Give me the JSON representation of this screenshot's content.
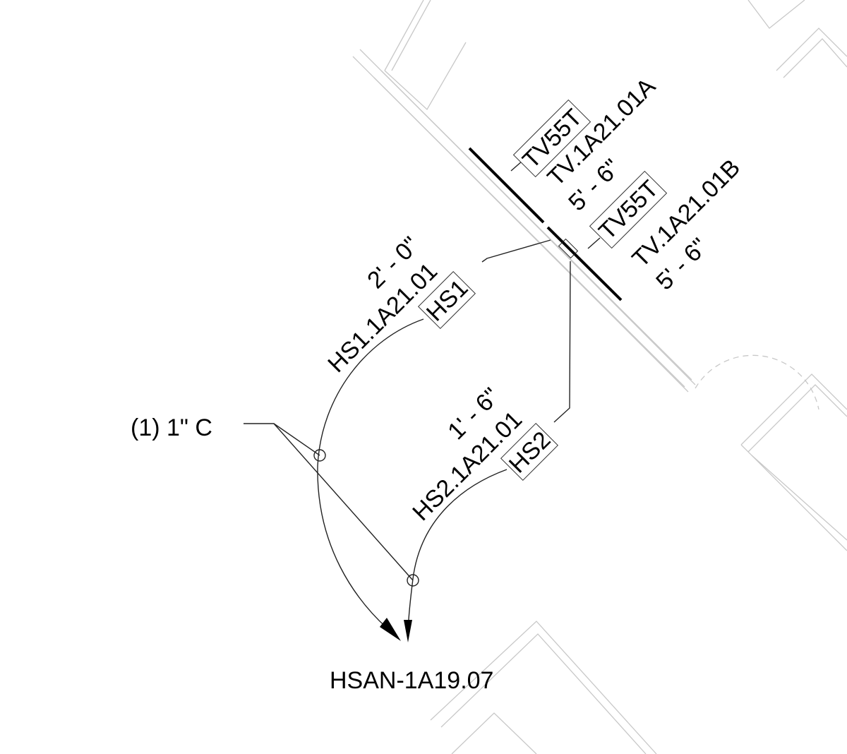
{
  "devices": [
    {
      "tag": "TV55T",
      "id": "TV.1A21.01A",
      "height": "5' - 6\""
    },
    {
      "tag": "TV55T",
      "id": "TV.1A21.01B",
      "height": "5' - 6\""
    }
  ],
  "home_runs": [
    {
      "tag": "HS1",
      "id": "HS1.1A21.01",
      "height": "2' - 0\""
    },
    {
      "tag": "HS2",
      "id": "HS2.1A21.01",
      "height": "1' - 6\""
    }
  ],
  "conduit_note": "(1) 1\" C",
  "destination": "HSAN-1A19.07"
}
